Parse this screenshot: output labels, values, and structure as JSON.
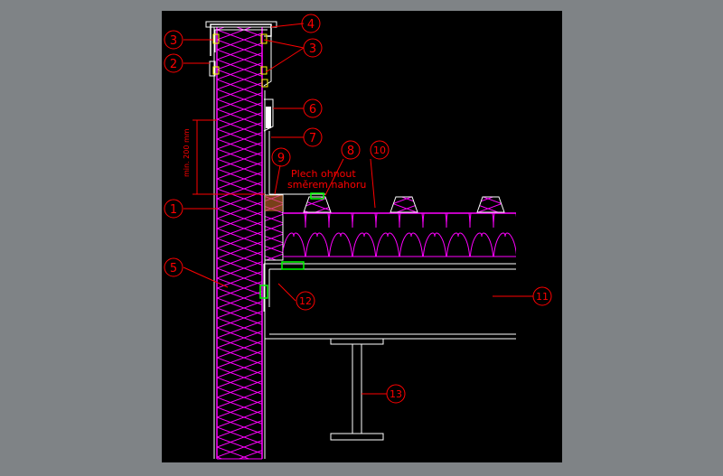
{
  "colors": {
    "viewport_bg": "#7f8386",
    "drawing_bg": "#000000",
    "leader": "#ff0000",
    "insulation": "#ff00ff",
    "structure": "#ffffff",
    "fastener": "#00ff00"
  },
  "callouts": {
    "c1": "1",
    "c2": "2",
    "c3a": "3",
    "c3b": "3",
    "c4": "4",
    "c5": "5",
    "c6": "6",
    "c7": "7",
    "c8": "8",
    "c9": "9",
    "c10": "10",
    "c11": "11",
    "c12": "12",
    "c13": "13"
  },
  "annotations": {
    "note_line1": "Plech ohnout",
    "note_line2": "směrem nahoru",
    "dimension": "min. 200 mm"
  }
}
